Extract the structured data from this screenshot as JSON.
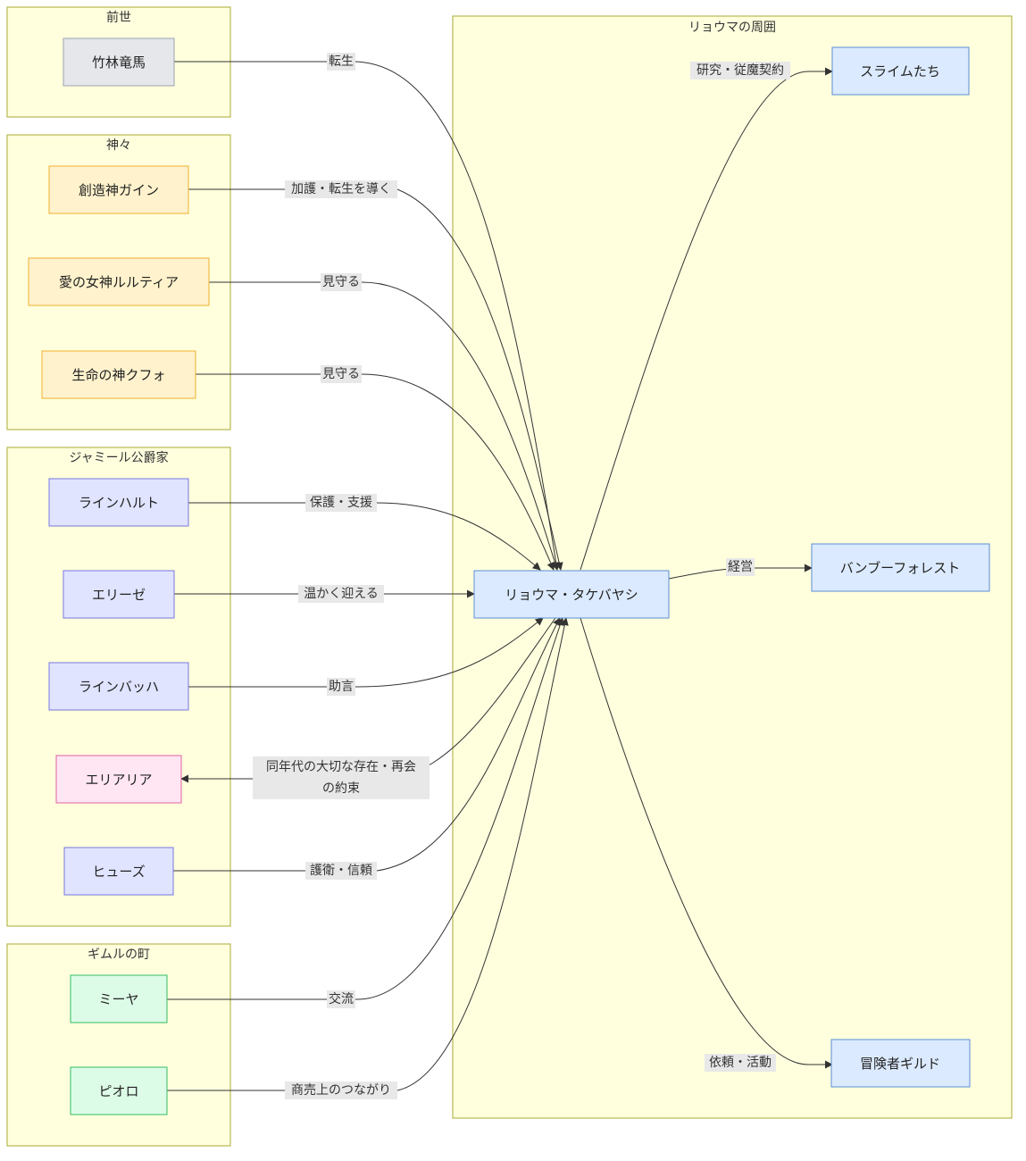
{
  "clusters": {
    "past": "前世",
    "gods": "神々",
    "jamil": "ジャミール公爵家",
    "gimul": "ギムルの町",
    "ryoma": "リョウマの周囲"
  },
  "nodes": {
    "takebayashi": "竹林竜馬",
    "gain": "創造神ガイン",
    "lulutia": "愛の女神ルルティア",
    "kufo": "生命の神クフォ",
    "reinhart": "ラインハルト",
    "elise": "エリーゼ",
    "reinbach": "ラインバッハ",
    "elialia": "エリアリア",
    "hughes": "ヒューズ",
    "miya": "ミーヤ",
    "pioro": "ピオロ",
    "ryoma": "リョウマ・タケバヤシ",
    "slimes": "スライムたち",
    "bamboo": "バンブーフォレスト",
    "guild": "冒険者ギルド"
  },
  "edges": {
    "reincarnation": "転生",
    "blessing": "加護・転生を導く",
    "watch1": "見守る",
    "watch2": "見守る",
    "protect": "保護・支援",
    "welcome": "温かく迎える",
    "advice": "助言",
    "promise_line1": "同年代の大切な存在・再会",
    "promise_line2": "の約束",
    "escort": "護衛・信頼",
    "exchange": "交流",
    "trade": "商売上のつながり",
    "research": "研究・従魔契約",
    "manage": "経営",
    "request": "依頼・活動"
  },
  "colors": {
    "cluster_fill": "#ffffde",
    "cluster_stroke": "#aaaa33",
    "past_fill": "#e5e7eb",
    "gods_fill": "#fff2cc",
    "jamil_fill": "#e0e4ff",
    "elialia_fill": "#ffe6f2",
    "gimul_fill": "#dcfce7",
    "ryoma_fill": "#dbeafe"
  }
}
